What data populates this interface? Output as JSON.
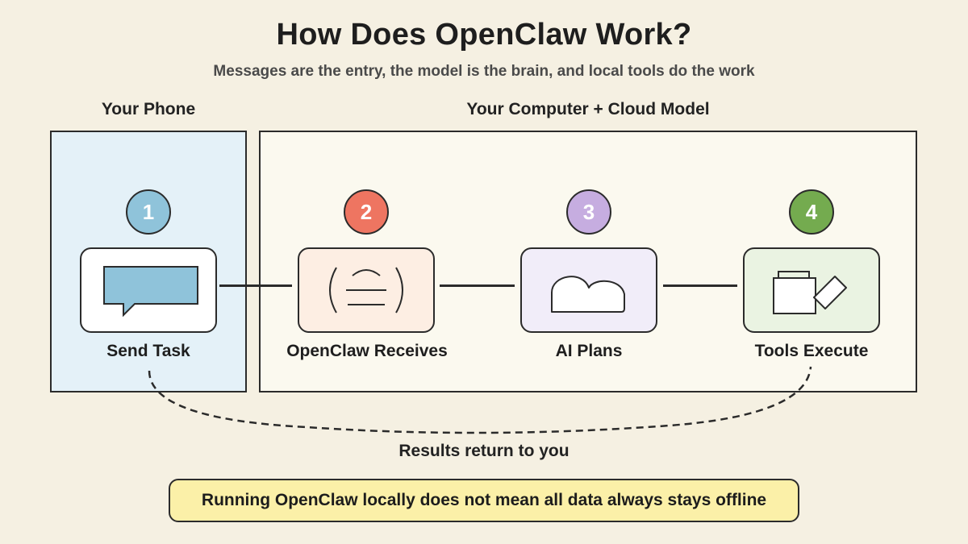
{
  "title": "How Does OpenClaw Work?",
  "subtitle": "Messages are the entry, the model is the brain, and local tools do the work",
  "regions": {
    "phone": "Your Phone",
    "computer": "Your Computer + Cloud Model"
  },
  "steps": [
    {
      "number": "1",
      "label": "Send Task",
      "badge_color": "#8fc3da",
      "card_color": "#ffffff",
      "icon": "chat-bubble-icon"
    },
    {
      "number": "2",
      "label": "OpenClaw Receives",
      "badge_color": "#ee7561",
      "card_color": "#fdeee3",
      "icon": "gateway-icon"
    },
    {
      "number": "3",
      "label": "AI Plans",
      "badge_color": "#c6ade0",
      "card_color": "#f1edf9",
      "icon": "cloud-icon"
    },
    {
      "number": "4",
      "label": "Tools Execute",
      "badge_color": "#74ab4f",
      "card_color": "#eaf3e2",
      "icon": "tools-icon"
    }
  ],
  "return_label": "Results return to you",
  "note": "Running OpenClaw locally does not mean all data always stays offline"
}
